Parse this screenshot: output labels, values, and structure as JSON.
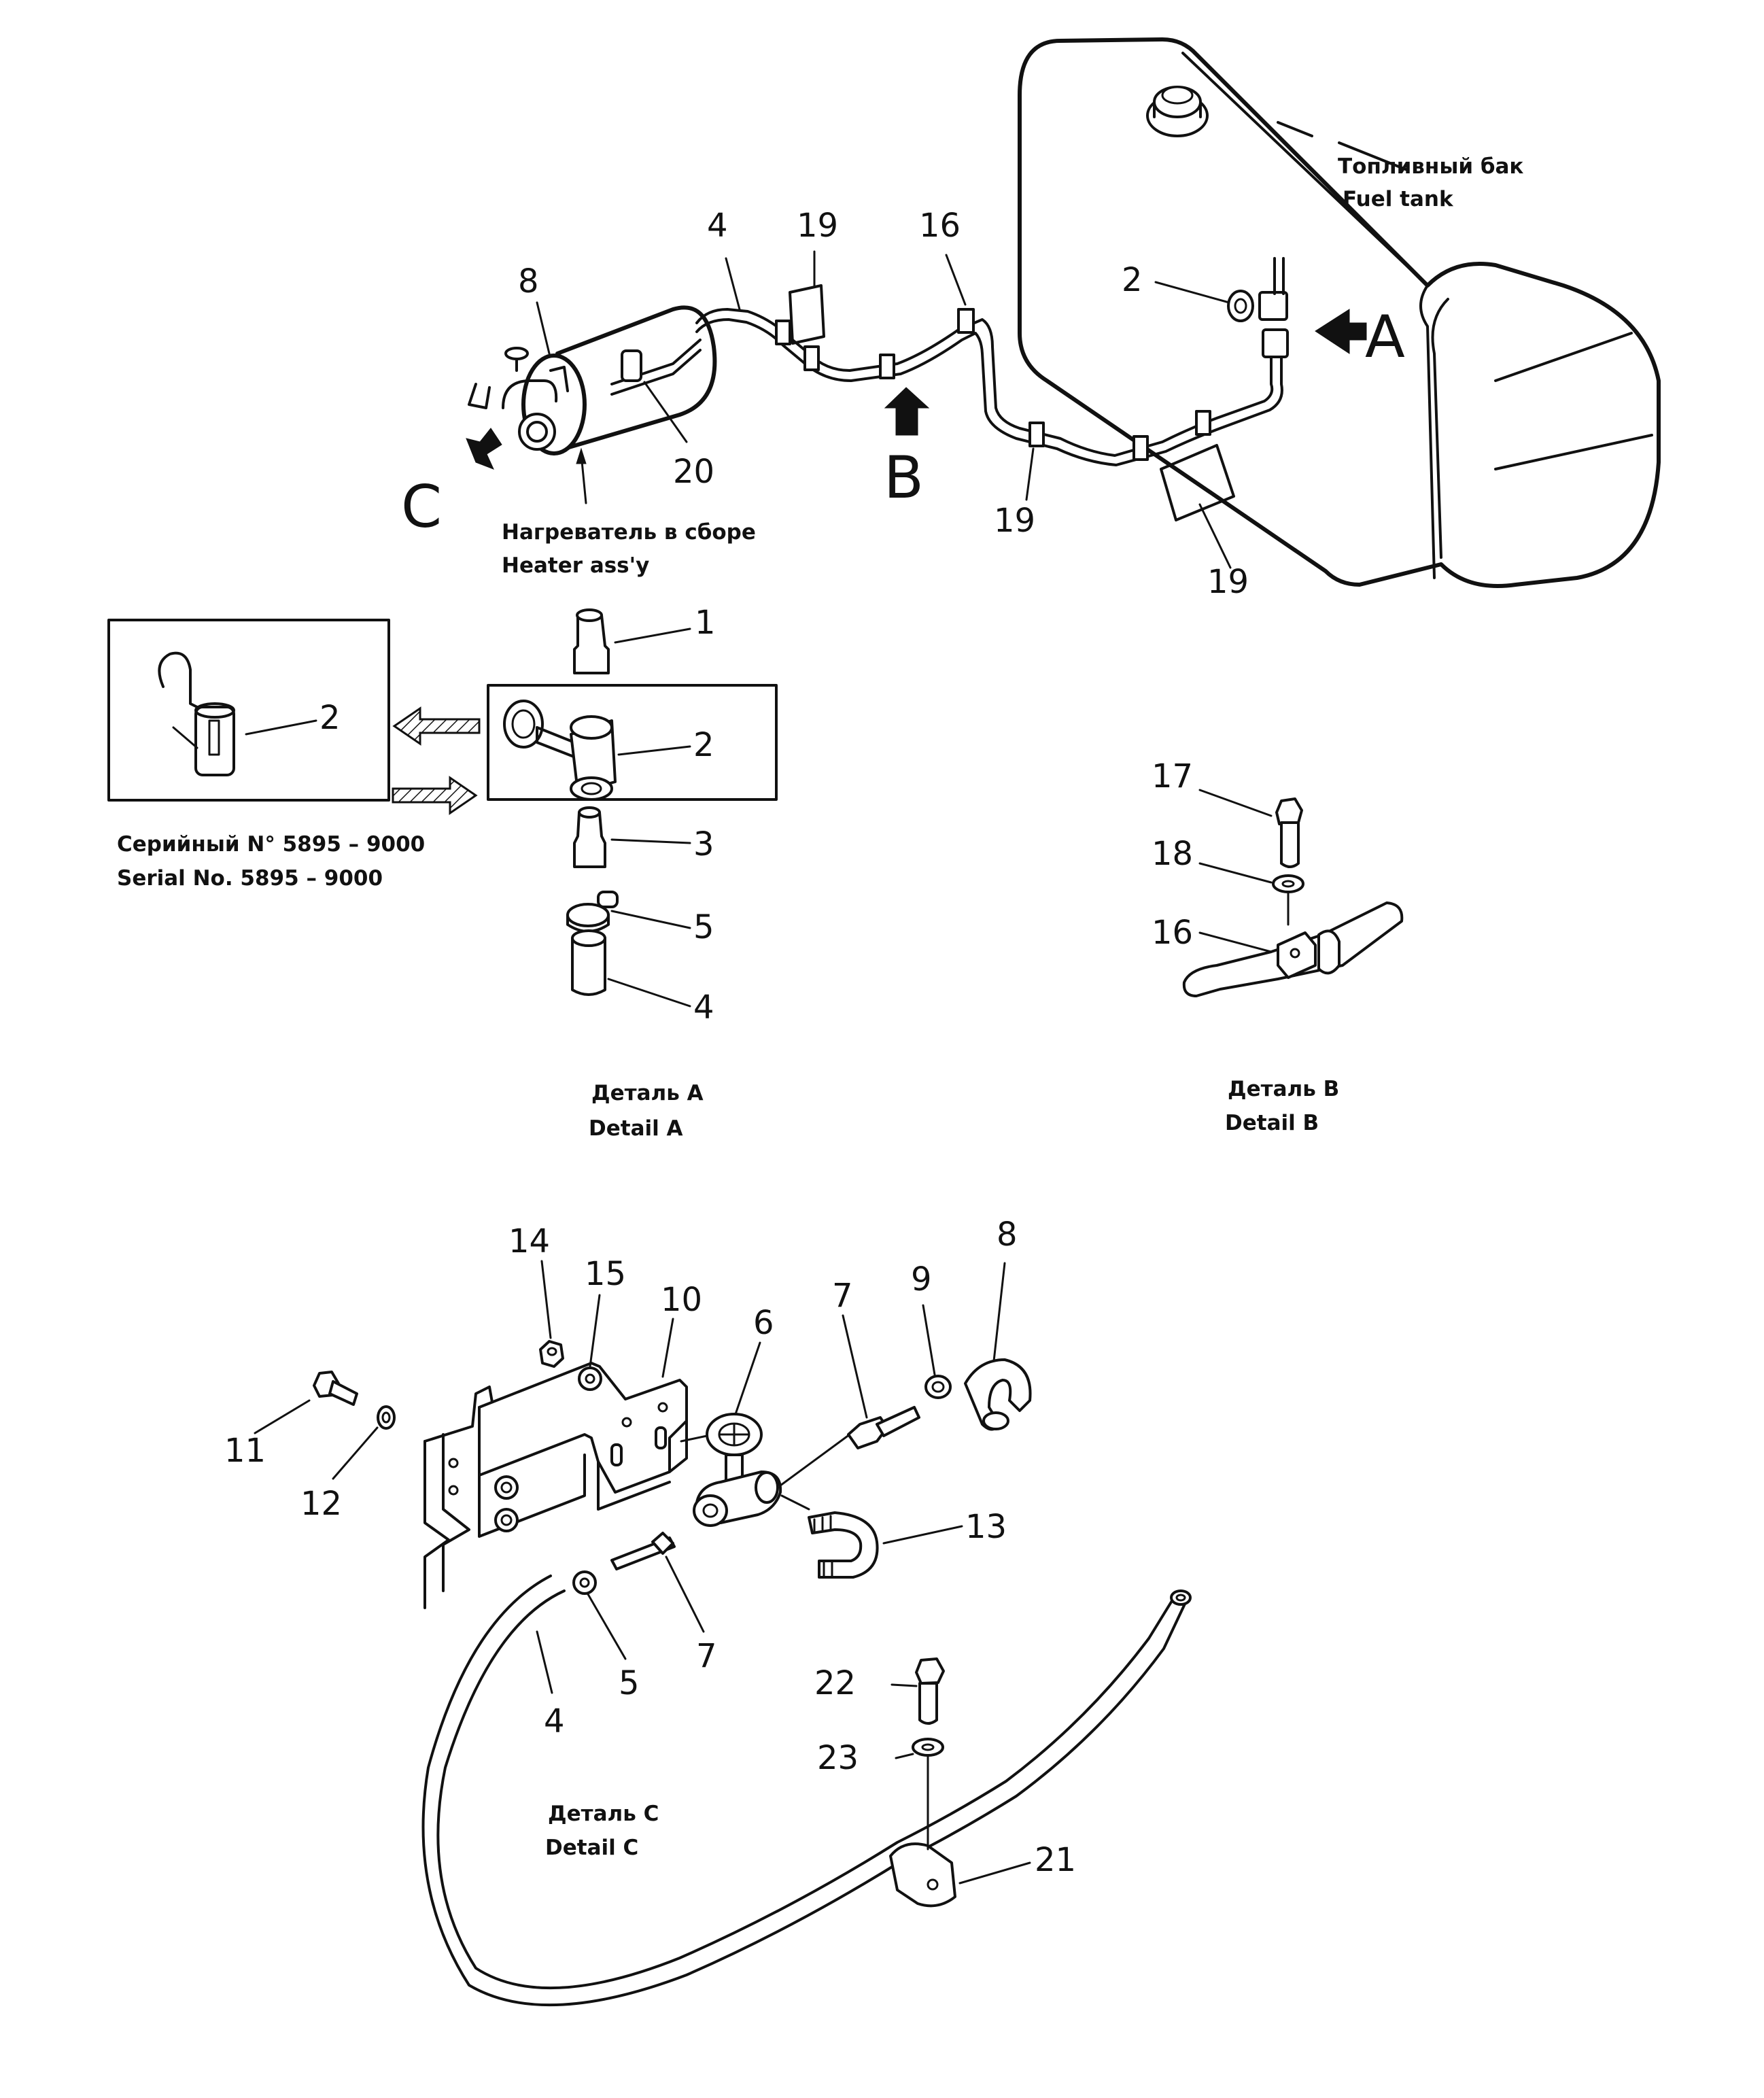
{
  "captions": {
    "fuel_tank_ru": "Топливный бак",
    "fuel_tank_en": "Fuel tank",
    "heater_ru": "Нагреватель в сборе",
    "heater_en": "Heater ass'y",
    "serial_ru": "Серийный N° 5895 – 9000",
    "serial_en": "Serial No. 5895 – 9000",
    "detail_a_ru": "Деталь A",
    "detail_a_en": "Detail A",
    "detail_b_ru": "Деталь B",
    "detail_b_en": "Detail B",
    "detail_c_ru": "Деталь C",
    "detail_c_en": "Detail C"
  },
  "view_letters": {
    "a": "A",
    "b": "B",
    "c": "C"
  },
  "part_numbers": {
    "overview": [
      "8",
      "4",
      "19",
      "16",
      "2",
      "20",
      "19",
      "19"
    ],
    "detail_a": [
      "1",
      "2",
      "2",
      "3",
      "5",
      "4"
    ],
    "detail_b": [
      "17",
      "18",
      "16"
    ],
    "detail_c": [
      "14",
      "15",
      "10",
      "6",
      "7",
      "9",
      "8",
      "11",
      "12",
      "13",
      "7",
      "5",
      "4",
      "22",
      "23",
      "21"
    ]
  }
}
